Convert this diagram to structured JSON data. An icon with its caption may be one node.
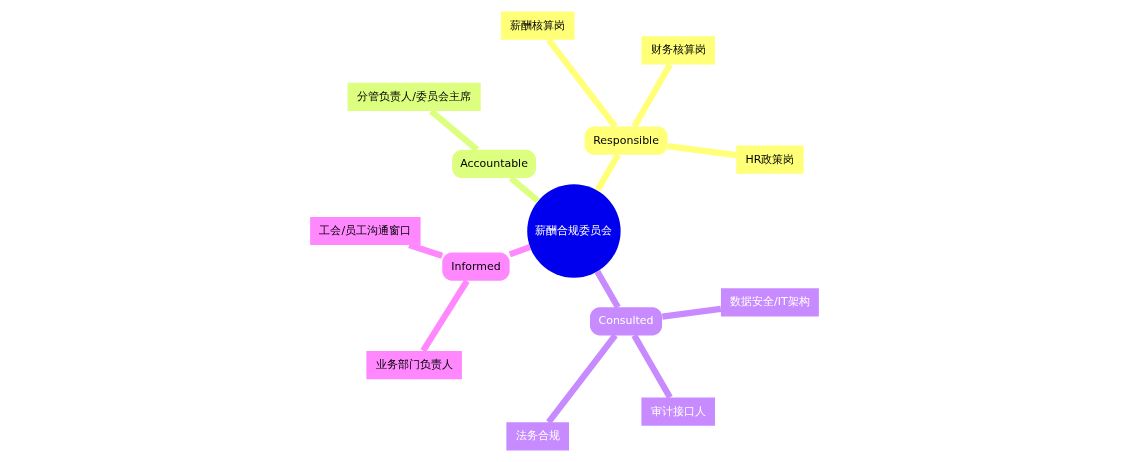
{
  "diagram": {
    "nodes": [
      {
        "text": [
          "薪酬合规委员会"
        ]
      },
      {
        "text": [
          "Responsible"
        ]
      },
      {
        "text": [
          "HR政策岗"
        ]
      },
      {
        "text": [
          "财务核算岗"
        ]
      },
      {
        "text": [
          "薪酬核算岗"
        ]
      },
      {
        "text": [
          "Accountable"
        ]
      },
      {
        "text": [
          "分管负责人/委员会主席"
        ]
      },
      {
        "text": [
          "Informed"
        ]
      },
      {
        "text": [
          "工会/员工沟通窗口"
        ]
      },
      {
        "text": [
          "业务部门负责人"
        ]
      },
      {
        "text": [
          "Consulted"
        ]
      },
      {
        "text": [
          "法务合规"
        ]
      },
      {
        "text": [
          "审计接口人"
        ]
      },
      {
        "text": [
          "数据安全/IT架构"
        ]
      }
    ],
    "edges": [
      {
        "from": 0,
        "to": 1,
        "arrow": "none",
        "color": "#ffff78"
      },
      {
        "from": 1,
        "to": 2,
        "arrow": "none",
        "color": "#ffff78"
      },
      {
        "from": 1,
        "to": 3,
        "arrow": "none",
        "color": "#ffff78"
      },
      {
        "from": 1,
        "to": 4,
        "arrow": "none",
        "color": "#ffff78"
      },
      {
        "from": 0,
        "to": 5,
        "arrow": "none",
        "color": "#ddff80"
      },
      {
        "from": 5,
        "to": 6,
        "arrow": "none",
        "color": "#ddff80"
      },
      {
        "from": 0,
        "to": 7,
        "arrow": "none",
        "color": "#ff88ff"
      },
      {
        "from": 7,
        "to": 8,
        "arrow": "none",
        "color": "#ff88ff"
      },
      {
        "from": 7,
        "to": 9,
        "arrow": "none",
        "color": "#ff88ff"
      },
      {
        "from": 0,
        "to": 10,
        "arrow": "none",
        "color": "#c78aff"
      },
      {
        "from": 10,
        "to": 11,
        "arrow": "none",
        "color": "#c78aff"
      },
      {
        "from": 10,
        "to": 12,
        "arrow": "none",
        "color": "#c78aff"
      },
      {
        "from": 10,
        "to": 13,
        "arrow": "none",
        "color": "#c78aff"
      }
    ]
  }
}
